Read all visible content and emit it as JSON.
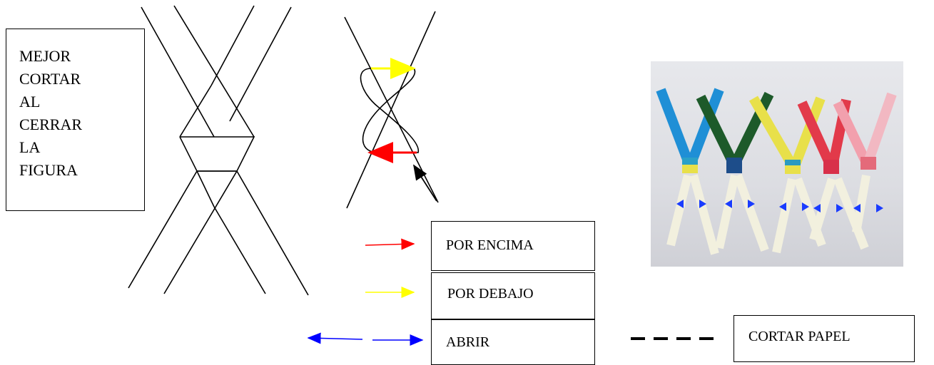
{
  "note_box": {
    "lines": [
      "MEJOR",
      "CORTAR",
      "AL",
      "CERRAR",
      "LA",
      "FIGURA"
    ]
  },
  "legend": {
    "over_label": "POR ENCIMA",
    "under_label": "POR DEBAJO",
    "open_label": "ABRIR",
    "cut_label": "CORTAR  PAPEL"
  },
  "colors": {
    "over": "#ff0000",
    "under": "#ffff00",
    "open": "#0000ff",
    "line": "#000000"
  },
  "photo": {
    "strip_colors": [
      "#1f8fd6",
      "#1d5a2a",
      "#e8e04a",
      "#e23a4a",
      "#f2a0ad",
      "#f2b8c2"
    ]
  }
}
